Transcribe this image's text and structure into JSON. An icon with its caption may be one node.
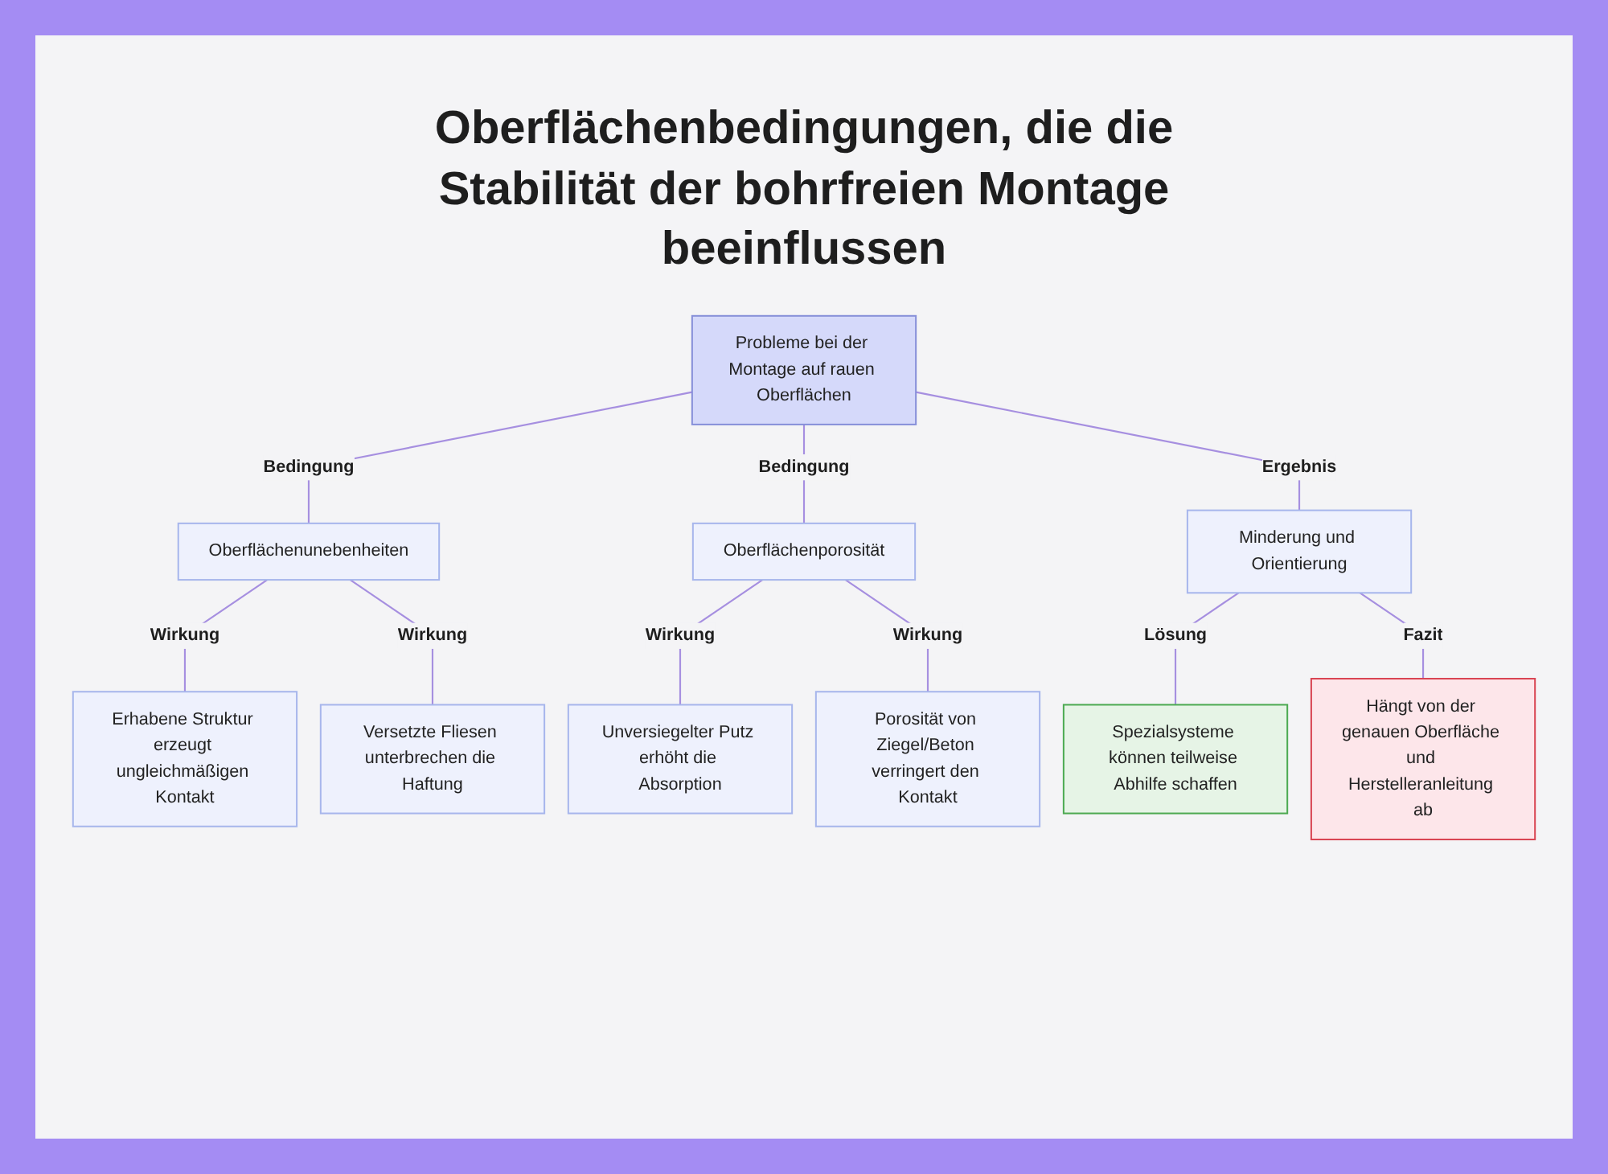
{
  "diagram": {
    "title": "Oberflächenbedingungen, die die Stabilität der bohrfreien Montage beeinflussen",
    "nodes": [
      {
        "text": [
          "Probleme bei der Montage auf rauen Oberflächen"
        ]
      },
      {
        "text": [
          "Oberflächenunebenheiten"
        ]
      },
      {
        "text": [
          "Oberflächenporosität"
        ]
      },
      {
        "text": [
          "Minderung und Orientierung"
        ]
      },
      {
        "text": [
          "Erhabene Struktur erzeugt ungleichmäßigen Kontakt"
        ]
      },
      {
        "text": [
          "Versetzte Fliesen unterbrechen die Haftung"
        ]
      },
      {
        "text": [
          "Unversiegelter Putz erhöht die Absorption"
        ]
      },
      {
        "text": [
          "Porosität von Ziegel/Beton verringert den Kontakt"
        ]
      },
      {
        "text": [
          "Spezialsysteme können teilweise Abhilfe schaffen"
        ]
      },
      {
        "text": [
          "Hängt von der genauen Oberfläche und Herstelleranleitung ab"
        ]
      }
    ],
    "edges": [
      {
        "from": 0,
        "to": 1,
        "arrow": "none",
        "label": "Bedingung"
      },
      {
        "from": 0,
        "to": 2,
        "arrow": "none",
        "label": "Bedingung"
      },
      {
        "from": 0,
        "to": 3,
        "arrow": "none",
        "label": "Ergebnis"
      },
      {
        "from": 1,
        "to": 4,
        "arrow": "none",
        "label": "Wirkung"
      },
      {
        "from": 1,
        "to": 5,
        "arrow": "none",
        "label": "Wirkung"
      },
      {
        "from": 2,
        "to": 6,
        "arrow": "none",
        "label": "Wirkung"
      },
      {
        "from": 2,
        "to": 7,
        "arrow": "none",
        "label": "Wirkung"
      },
      {
        "from": 3,
        "to": 8,
        "arrow": "none",
        "label": "Lösung"
      },
      {
        "from": 3,
        "to": 9,
        "arrow": "none",
        "label": "Fazit"
      }
    ]
  }
}
